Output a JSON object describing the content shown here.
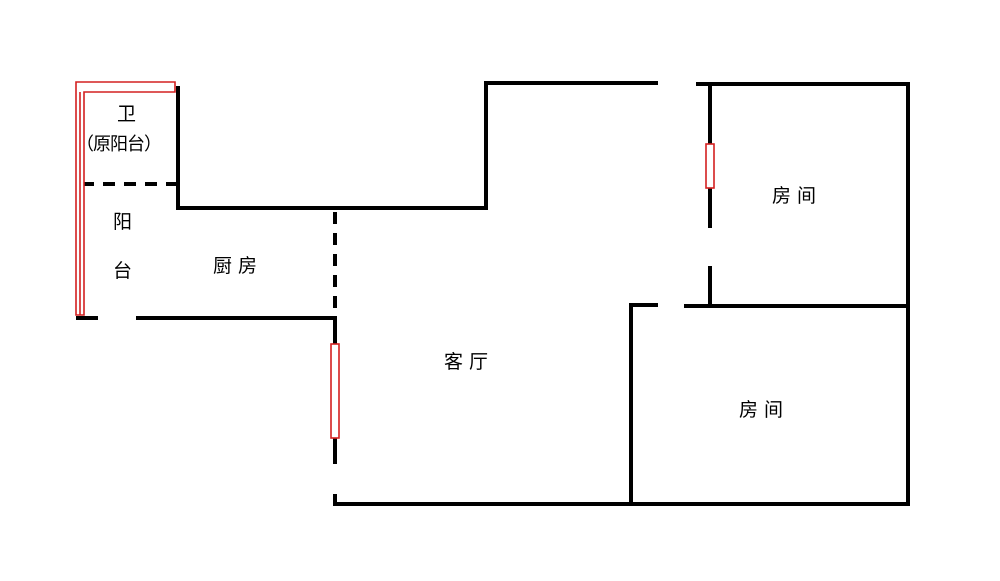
{
  "rooms": {
    "bathroom": "卫",
    "bathroom_note": "（原阳台）",
    "balcony_top": "阳",
    "balcony_bottom": "台",
    "kitchen": "厨  房",
    "living_room": "客  厅",
    "bedroom_1": "房  间",
    "bedroom_2": "房  间"
  },
  "colors": {
    "wall": "#000000",
    "window": "#d42020",
    "background": "#ffffff"
  }
}
